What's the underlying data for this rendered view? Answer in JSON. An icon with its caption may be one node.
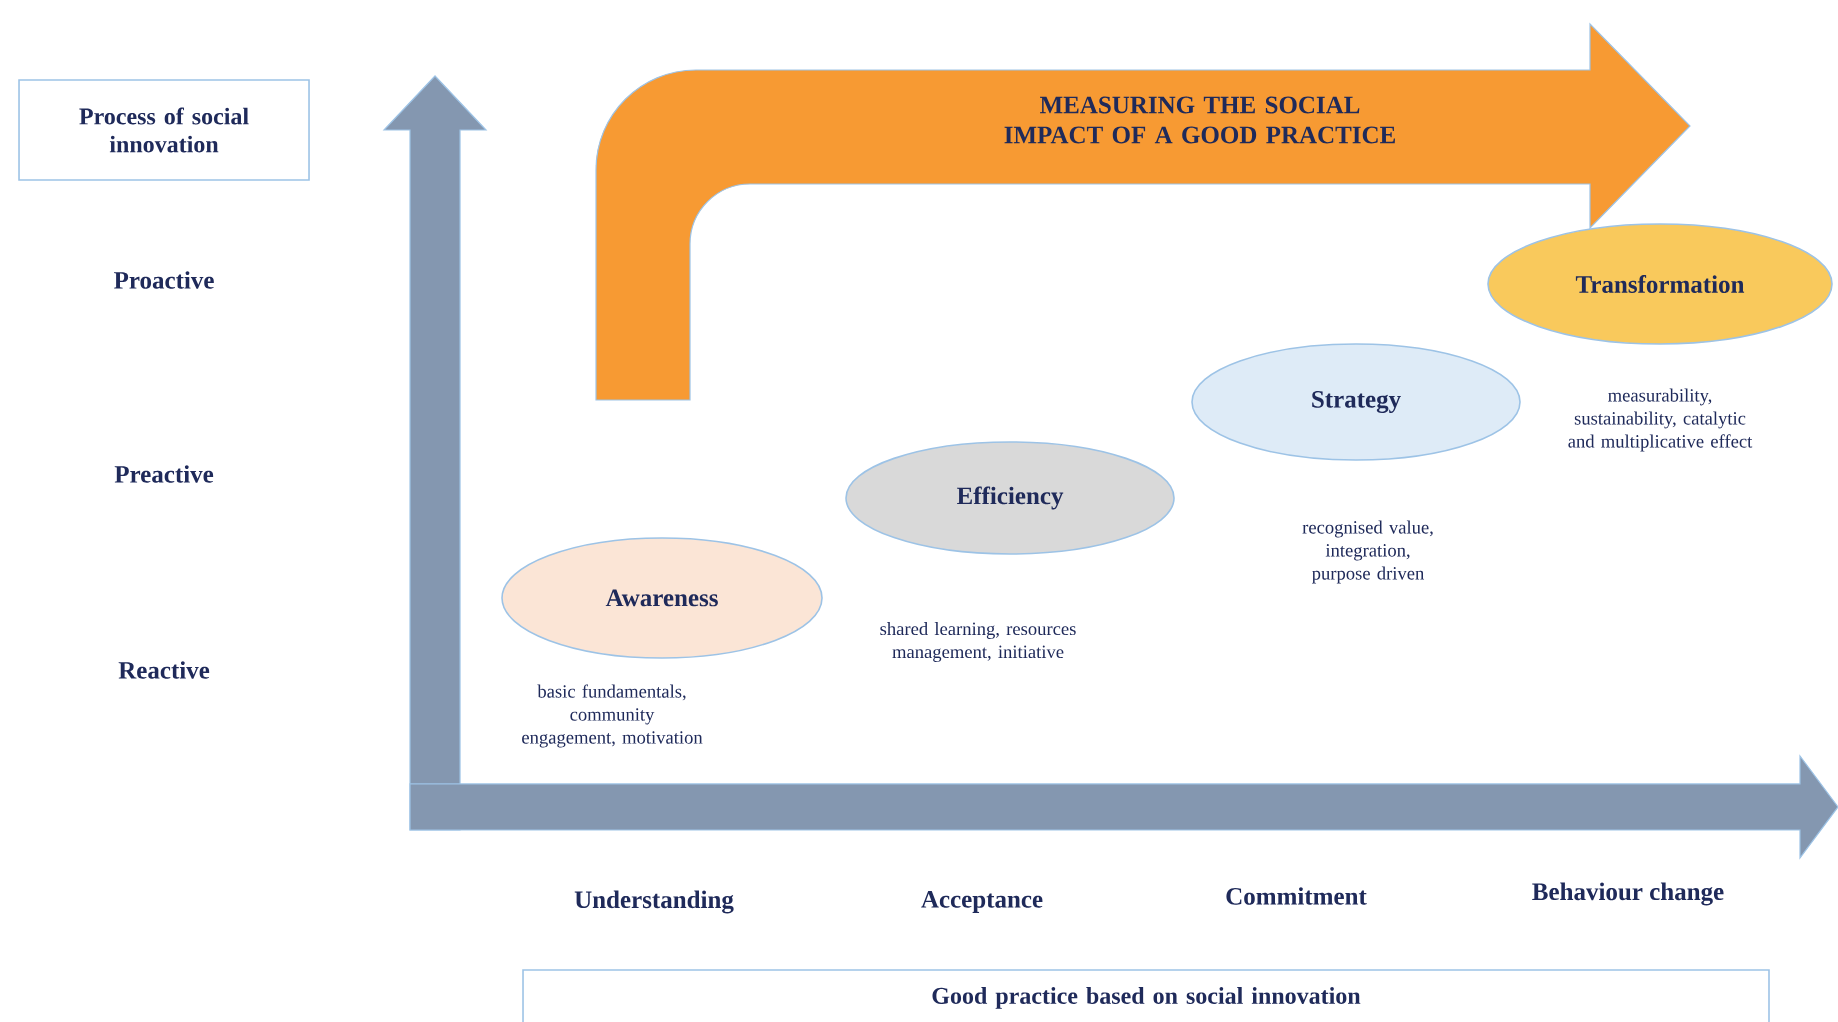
{
  "diagram": {
    "nodes": [
      {
        "text": [
          "Process of social innovation"
        ]
      },
      {
        "text": [
          "MEASURING THE SOCIAL IMPACT OF A GOOD PRACTICE"
        ]
      },
      {
        "text": [
          "Awareness"
        ],
        "beside": [
          "basic fundamentals, community engagement, motivation"
        ]
      },
      {
        "text": [
          "Efficiency"
        ],
        "beside": [
          "shared learning, resources management, initiative"
        ]
      },
      {
        "text": [
          "Strategy"
        ],
        "beside": [
          "recognised value, integration, purpose driven"
        ]
      },
      {
        "text": [
          "Transformation"
        ],
        "beside": [
          "measurability, sustainability, catalytic and multiplicative effect"
        ]
      },
      {
        "text": [
          "Good practice based on social innovation"
        ]
      }
    ],
    "labels": [
      "Proactive",
      "Preactive",
      "Reactive",
      "Understanding",
      "Acceptance",
      "Commitment",
      "Behaviour change"
    ]
  }
}
